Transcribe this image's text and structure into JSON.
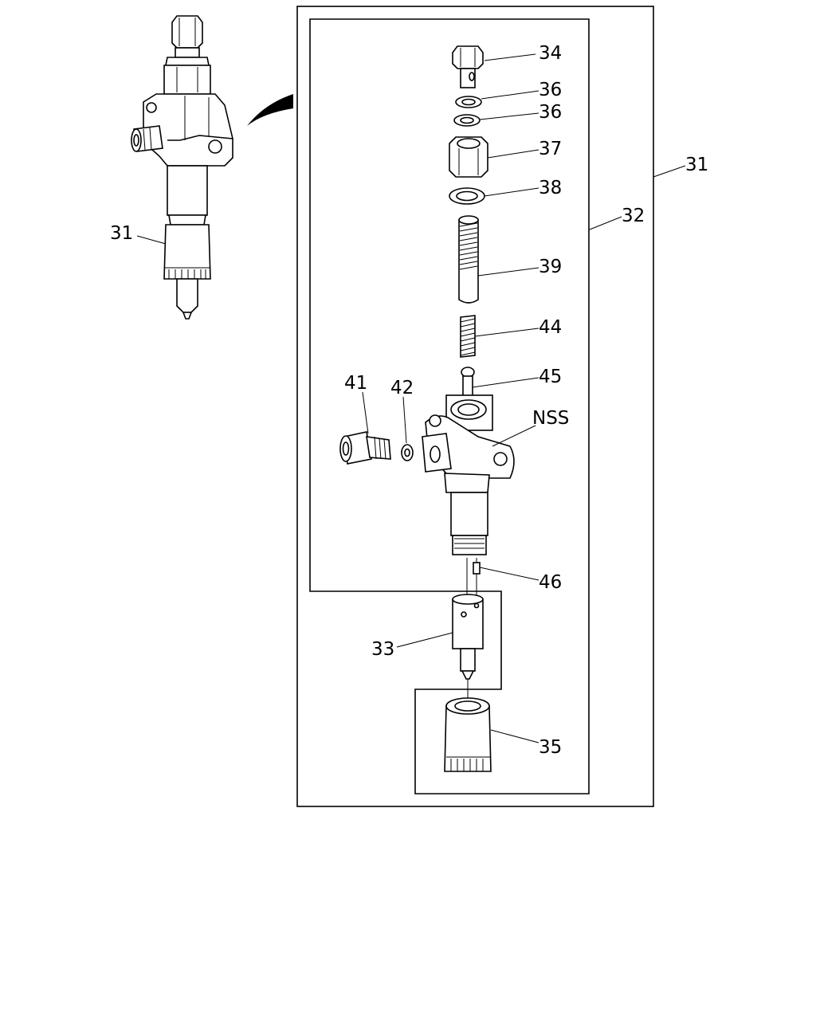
{
  "diagram": {
    "callouts": [
      {
        "id": "c31a",
        "text": "31"
      },
      {
        "id": "c31b",
        "text": "31"
      },
      {
        "id": "c32",
        "text": "32"
      },
      {
        "id": "c33",
        "text": "33"
      },
      {
        "id": "c34",
        "text": "34"
      },
      {
        "id": "c35",
        "text": "35"
      },
      {
        "id": "c36a",
        "text": "36"
      },
      {
        "id": "c36b",
        "text": "36"
      },
      {
        "id": "c37",
        "text": "37"
      },
      {
        "id": "c38",
        "text": "38"
      },
      {
        "id": "c39",
        "text": "39"
      },
      {
        "id": "c41",
        "text": "41"
      },
      {
        "id": "c42",
        "text": "42"
      },
      {
        "id": "c44",
        "text": "44"
      },
      {
        "id": "c45",
        "text": "45"
      },
      {
        "id": "c46",
        "text": "46"
      },
      {
        "id": "cNSS",
        "text": "NSS"
      }
    ]
  }
}
